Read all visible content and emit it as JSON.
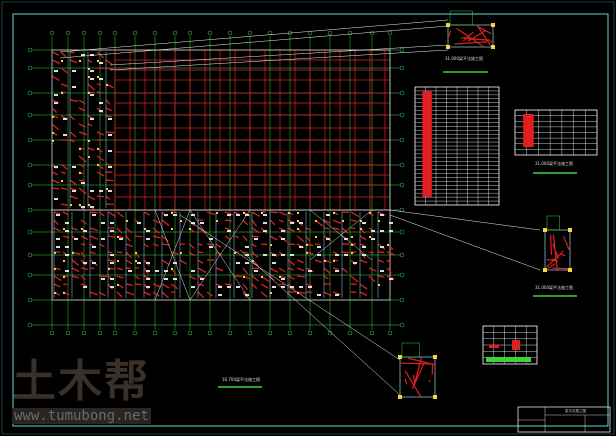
{
  "drawing": {
    "captions": {
      "main_plan": "16.700梁平法施工图",
      "detail_top": "31.000梁平法施工图",
      "detail_table": "31.000梁平法施工图",
      "detail_right": "31.000梁平法施工图"
    },
    "title_block": {
      "title": "梁平法施工图"
    },
    "colors": {
      "frame": "#5fd3d3",
      "grid": "#3fd13f",
      "beam": "#e02020",
      "text": "#ffffff",
      "axis": "#ffd23a"
    }
  },
  "watermark": {
    "logo": "土木帮",
    "url": "www.tumubong.net"
  }
}
